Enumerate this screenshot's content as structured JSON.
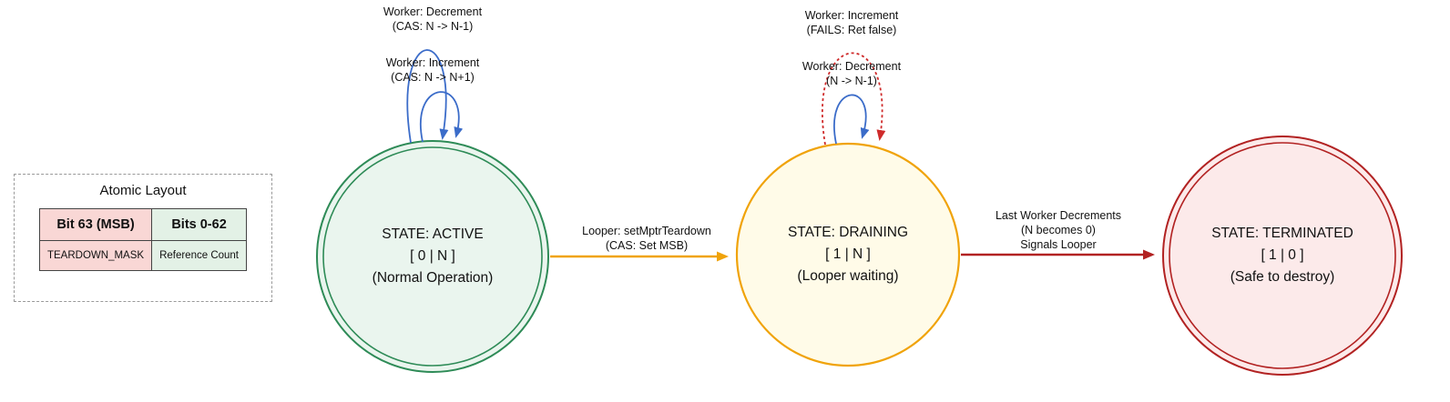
{
  "legend": {
    "title": "Atomic Layout",
    "header_left": "Bit 63 (MSB)",
    "header_right": "Bits 0-62",
    "row_left": "TEARDOWN_MASK",
    "row_right": "Reference Count"
  },
  "states": {
    "active": {
      "line1": "STATE: ACTIVE",
      "line2": "[ 0 | N ]",
      "line3": "(Normal Operation)"
    },
    "draining": {
      "line1": "STATE: DRAINING",
      "line2": "[ 1 | N ]",
      "line3": "(Looper waiting)"
    },
    "terminated": {
      "line1": "STATE: TERMINATED",
      "line2": "[ 1 | 0 ]",
      "line3": "(Safe to destroy)"
    }
  },
  "edges": {
    "active_self_decrement": {
      "line1": "Worker: Decrement",
      "line2": "(CAS: N -> N-1)"
    },
    "active_self_increment": {
      "line1": "Worker: Increment",
      "line2": "(CAS: N -> N+1)"
    },
    "draining_self_increment_fail": {
      "line1": "Worker: Increment",
      "line2": "(FAILS: Ret false)"
    },
    "draining_self_decrement": {
      "line1": "Worker: Decrement",
      "line2": "(N -> N-1)"
    },
    "active_to_draining": {
      "line1": "Looper: setMptrTeardown",
      "line2": "(CAS: Set MSB)"
    },
    "draining_to_terminated": {
      "line1": "Last Worker Decrements",
      "line2": "(N becomes 0)",
      "line3": "Signals Looper"
    }
  },
  "colors": {
    "active_stroke": "#2e8b57",
    "active_fill": "#eaf5ee",
    "draining_stroke": "#f0a30a",
    "draining_fill": "#fffbe8",
    "terminated_stroke": "#b22222",
    "terminated_fill": "#fceaea",
    "worker_edge_blue": "#3b6cc9",
    "fail_edge_red": "#cf2b2b",
    "legend_pink": "#f9d7d5",
    "legend_green": "#e3f1e6"
  }
}
